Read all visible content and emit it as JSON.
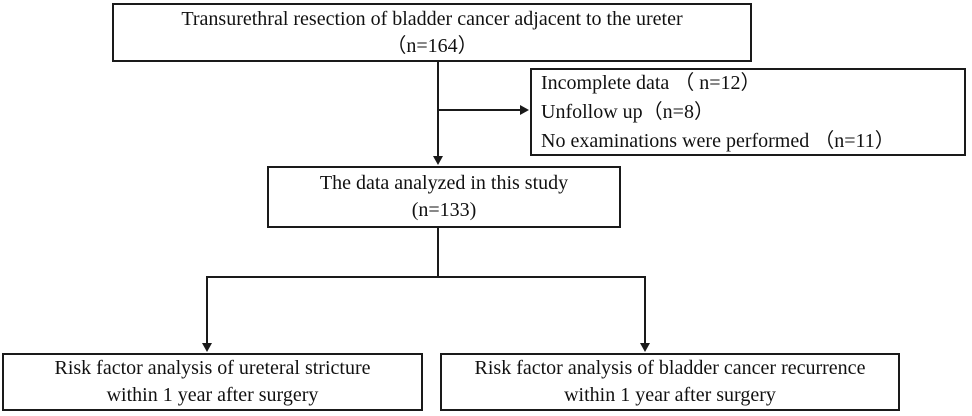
{
  "flowchart": {
    "boxes": {
      "initial": {
        "lines": [
          "Transurethral resection of bladder cancer adjacent to the ureter",
          "（n=164）"
        ]
      },
      "excluded": {
        "lines": [
          "Incomplete data （ n=12）",
          "Unfollow up（n=8）",
          "No examinations were performed （n=11）"
        ]
      },
      "analyzed": {
        "lines": [
          "The data analyzed in this study",
          "(n=133)"
        ]
      },
      "outcome_stricture": {
        "lines": [
          "Risk factor analysis of ureteral stricture",
          "within 1 year after surgery"
        ]
      },
      "outcome_recurrence": {
        "lines": [
          "Risk factor analysis of bladder cancer recurrence",
          "within 1 year after surgery"
        ]
      }
    },
    "colors": {
      "line": "#1a1a1a",
      "text": "#111111",
      "background": "#ffffff"
    }
  }
}
